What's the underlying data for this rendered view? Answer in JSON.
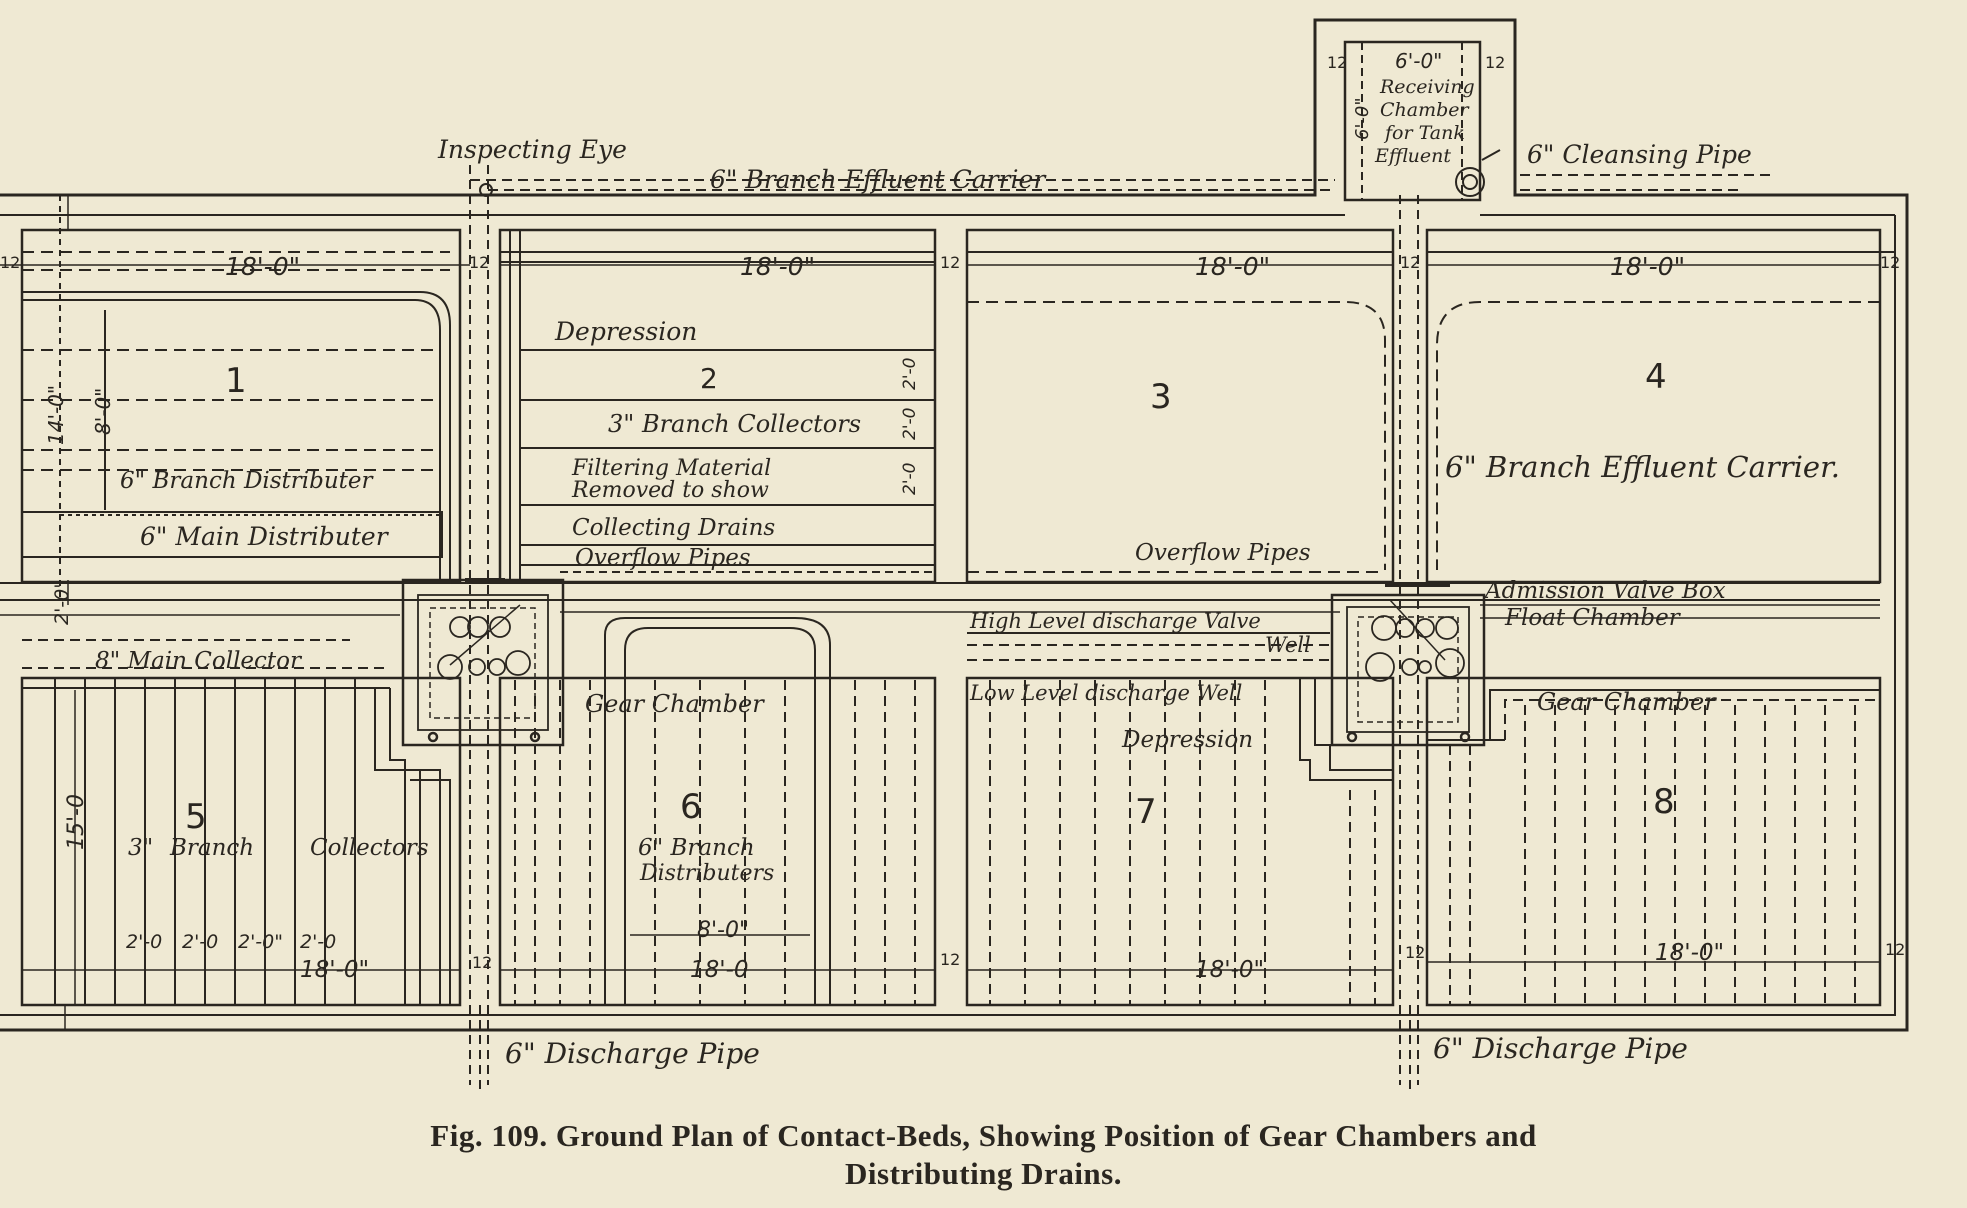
{
  "figure": {
    "caption_line1": "Fig. 109.  Ground Plan of Contact-Beds, Showing Position of Gear Chambers and",
    "caption_line2": "Distributing Drains."
  },
  "beds": [
    "1",
    "2",
    "3",
    "4",
    "5",
    "6",
    "7",
    "8"
  ],
  "labels": {
    "inspecting_eye": "Inspecting Eye",
    "branch_effluent_carrier_top": "6\" Branch Effluent Carrier",
    "receiving_chamber": [
      "Receiving",
      "Chamber",
      "for Tank",
      "Effluent"
    ],
    "cleansing_pipe": "6\" Cleansing Pipe",
    "depression_top": "Depression",
    "branch_collectors_3in": "3\" Branch Collectors",
    "filtering_material": [
      "Filtering Material",
      "Removed to show"
    ],
    "collecting_drains": "Collecting Drains",
    "overflow_pipes_left": "Overflow Pipes",
    "overflow_pipes_right": "Overflow Pipes",
    "branch_distributer": "6\" Branch Distributer",
    "main_distributer": "6\" Main Distributer",
    "branch_effluent_carrier_right": "6\" Branch Effluent Carrier.",
    "admission_valve_box": "Admission Valve Box",
    "float_chamber": "Float Chamber",
    "high_level_well": [
      "High Level discharge Valve",
      "Well"
    ],
    "low_level_well": "Low Level discharge Well",
    "depression_bottom": "Depression",
    "gear_chamber_left": "Gear Chamber",
    "gear_chamber_right": "Gear Chamber",
    "main_collector": "8\" Main Collector",
    "branch_collectors_bottom": [
      "3\"",
      "Branch",
      "Collectors"
    ],
    "branch_distributers": [
      "6\" Branch",
      "Distributers"
    ],
    "discharge_pipe_left": "6\" Discharge Pipe",
    "discharge_pipe_right": "6\" Discharge Pipe"
  },
  "dimensions": {
    "bed_width": "18'-0\"",
    "bed_width_short": "18'-0",
    "wall": "12",
    "chamber_width": "6'-0\"",
    "chamber_height": "6'-0\"",
    "top_height": "14'-0\"",
    "top_inner": "8'-0\"",
    "spacing": "2'-0",
    "spacing_mid": "2'-0\"",
    "main_gap": "2'-0\"",
    "bottom_height": "15'-0",
    "distributer_span": "8'-0\""
  }
}
